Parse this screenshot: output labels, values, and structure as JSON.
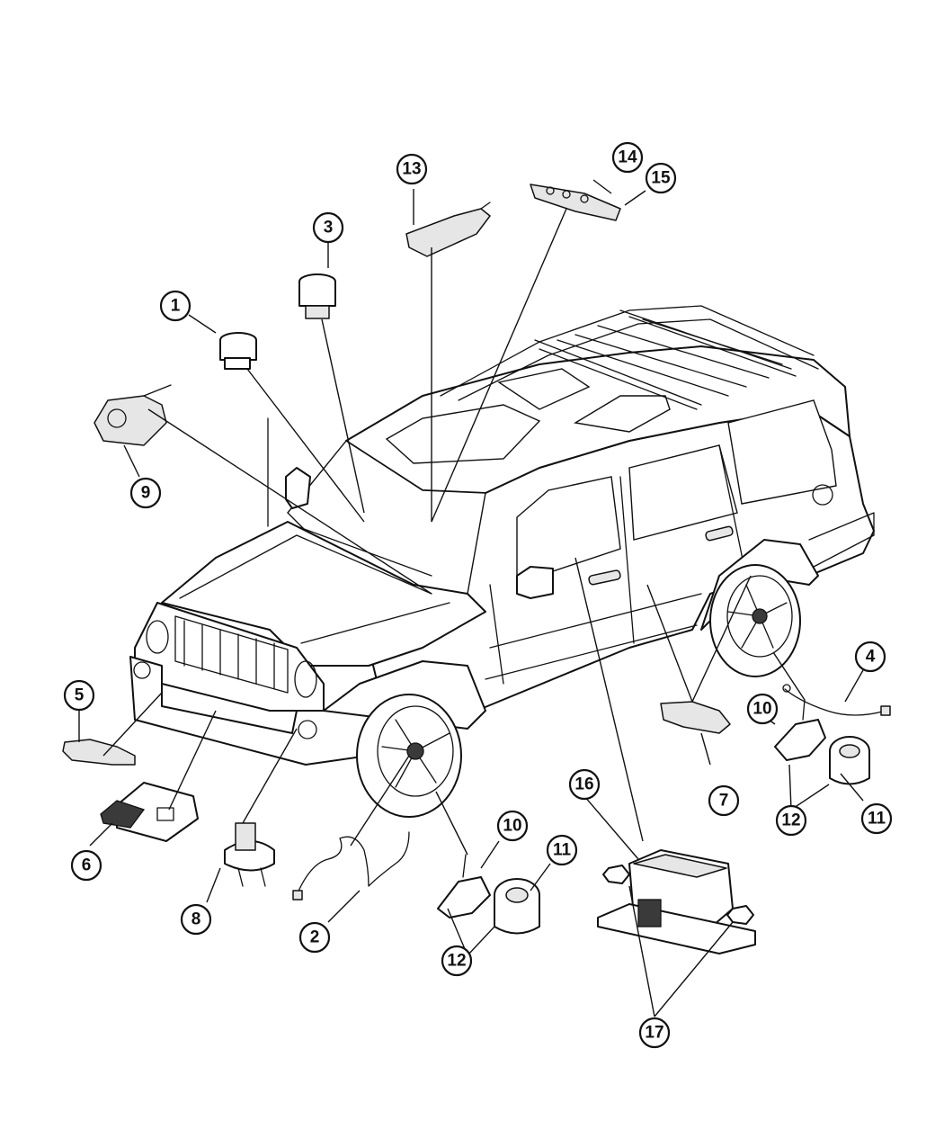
{
  "callouts": [
    {
      "id": "1",
      "label": "1"
    },
    {
      "id": "2",
      "label": "2"
    },
    {
      "id": "3",
      "label": "3"
    },
    {
      "id": "4",
      "label": "4"
    },
    {
      "id": "5",
      "label": "5"
    },
    {
      "id": "6",
      "label": "6"
    },
    {
      "id": "7",
      "label": "7"
    },
    {
      "id": "8",
      "label": "8"
    },
    {
      "id": "9",
      "label": "9"
    },
    {
      "id": "10a",
      "label": "10"
    },
    {
      "id": "10b",
      "label": "10"
    },
    {
      "id": "11a",
      "label": "11"
    },
    {
      "id": "11b",
      "label": "11"
    },
    {
      "id": "12a",
      "label": "12"
    },
    {
      "id": "12b",
      "label": "12"
    },
    {
      "id": "13",
      "label": "13"
    },
    {
      "id": "14",
      "label": "14"
    },
    {
      "id": "15",
      "label": "15"
    },
    {
      "id": "16",
      "label": "16"
    },
    {
      "id": "17",
      "label": "17"
    }
  ]
}
